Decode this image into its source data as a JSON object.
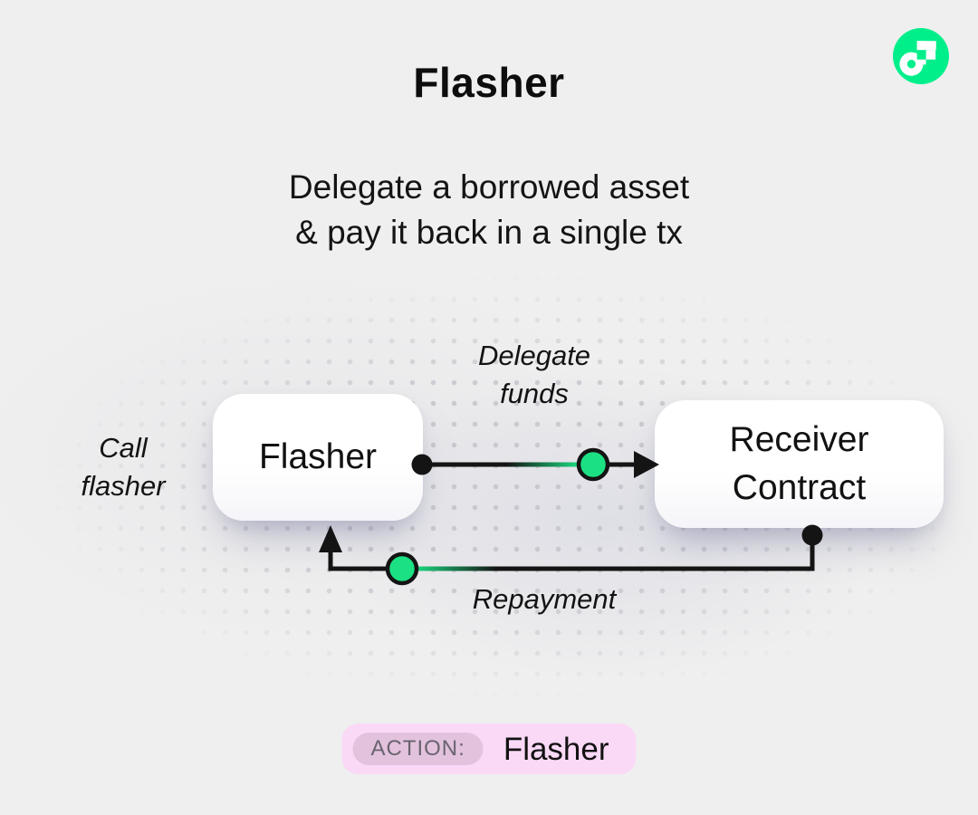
{
  "header": {
    "title": "Flasher",
    "subtitle_line1": "Delegate a borrowed asset",
    "subtitle_line2": "& pay it back in a single tx"
  },
  "logo": {
    "name": "Flow blockchain logo"
  },
  "diagram": {
    "flasher_box": {
      "label": "Flasher"
    },
    "receiver_box": {
      "label_line1": "Receiver",
      "label_line2": "Contract"
    },
    "labels": {
      "call_flasher_line1": "Call",
      "call_flasher_line2": "flasher",
      "delegate_line1": "Delegate",
      "delegate_line2": "funds",
      "repayment": "Repayment"
    }
  },
  "action_bar": {
    "badge_label": "ACTION:",
    "value": "Flasher"
  },
  "colors": {
    "background": "#efefef",
    "accent-green": "#1ce183",
    "logo-green": "#00ef8b",
    "line": "#141414",
    "pink": "#fad9f7",
    "badge-bg": "#e2c2dd",
    "badge-text": "#6a6470",
    "dot": "#c6c6cc"
  }
}
